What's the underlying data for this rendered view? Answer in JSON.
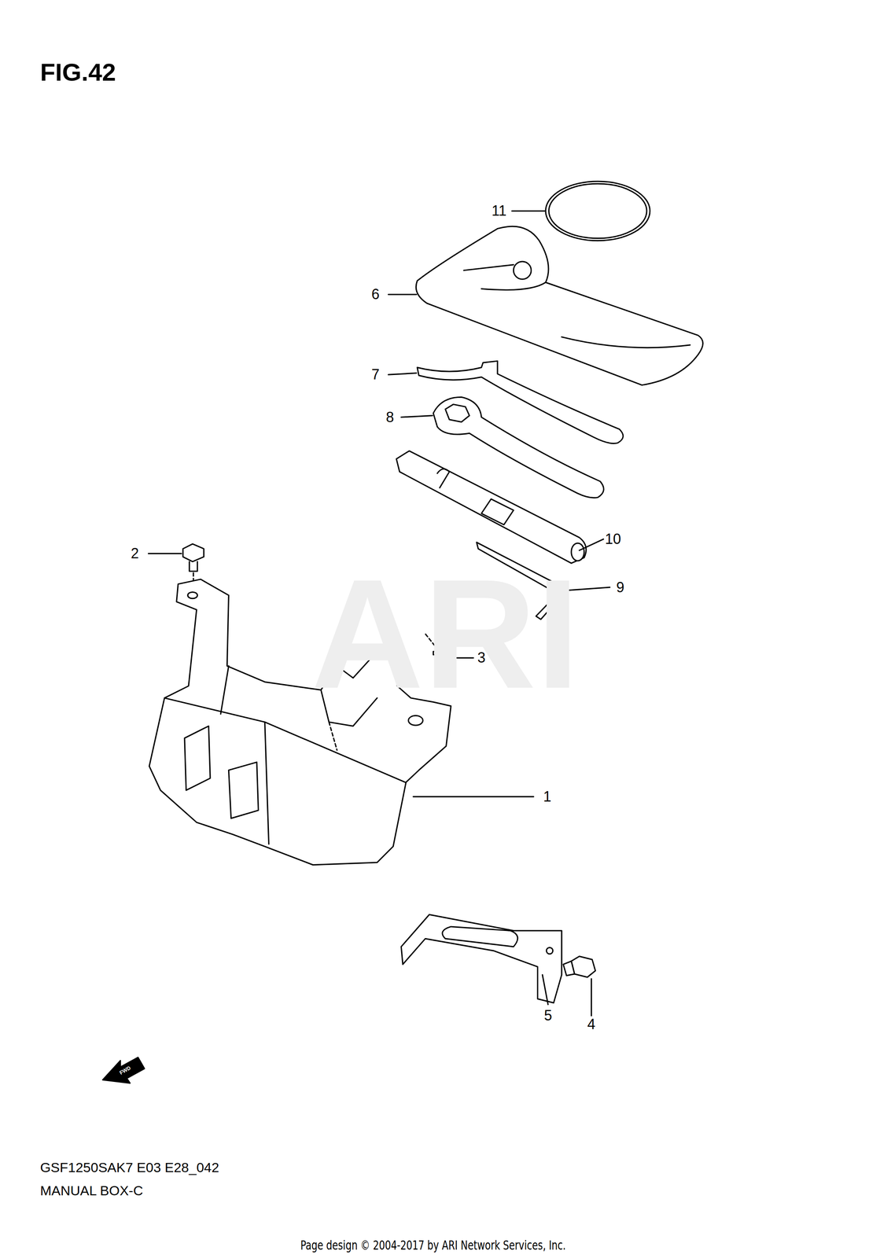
{
  "diagram": {
    "title": "FIG.42",
    "labels": [
      "11",
      "6",
      "7",
      "8",
      "10",
      "9",
      "2",
      "3",
      "1",
      "5",
      "4",
      "ARI",
      "FWD",
      "GSF1250SAK7 E03 E28_042",
      "MANUAL BOX-C",
      "Page design © 2004-2017 by ARI Network Services, Inc."
    ]
  }
}
